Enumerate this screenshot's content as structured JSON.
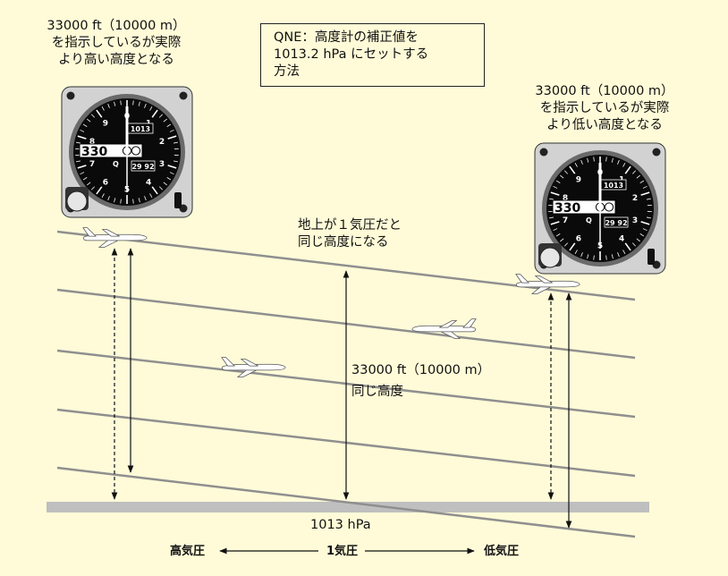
{
  "annotations": {
    "left_gauge": {
      "line1": "33000 ft（10000 m）",
      "line2": "を指示しているが実際",
      "line3": "より高い高度となる"
    },
    "right_gauge": {
      "line1": "33000 ft（10000 m）",
      "line2": "を指示しているが実際",
      "line3": "より低い高度となる"
    },
    "qne": {
      "line1": "QNE：高度計の補正値を",
      "line2": "1013.2 hPa にセットする",
      "line3": "方法"
    },
    "standard": {
      "line1": "地上が１気圧だと",
      "line2": "同じ高度になる"
    },
    "altitude": {
      "line1": "33000 ft（10000 m）",
      "line2": "同じ高度"
    }
  },
  "ground_label": "1013 hPa",
  "pressure_axis": {
    "high": "高気圧",
    "standard": "1気圧",
    "low": "低気圧"
  },
  "altimeter": {
    "setting_top": "1013",
    "setting_bottom": "29 92",
    "counter": "330",
    "q_mark": "Q",
    "numerals": [
      "0",
      "1",
      "2",
      "3",
      "4",
      "5",
      "6",
      "7",
      "8",
      "9"
    ]
  },
  "colors": {
    "background": "#fffbd8",
    "isobar": "#8f8f8f",
    "ground": "#bfbfbf"
  }
}
